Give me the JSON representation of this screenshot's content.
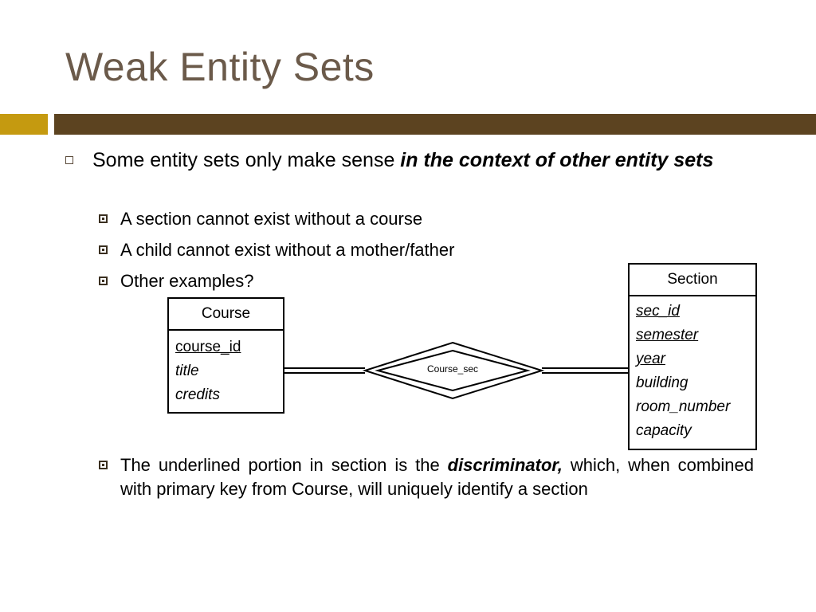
{
  "slide": {
    "title": "Weak Entity Sets",
    "bullet1": {
      "plain": "Some entity sets only make sense ",
      "emphasis": "in the context of other entity sets"
    },
    "sub_bullets": [
      "A section cannot exist without a course",
      "A child cannot exist without a mother/father",
      "Other examples?"
    ],
    "last_bullet": {
      "part1": "The underlined portion in section is the ",
      "emphasis": "discriminator,",
      "part2": " which, when combined with primary key from Course, will uniquely identify a section"
    }
  },
  "diagram": {
    "course": {
      "name": "Course",
      "attributes": [
        "course_id",
        "title",
        "credits"
      ]
    },
    "relationship": "Course_sec",
    "section": {
      "name": "Section",
      "attributes": [
        "sec_id",
        "semester",
        "year",
        "building",
        "room_number",
        "capacity"
      ]
    }
  },
  "colors": {
    "title": "#6b5a4a",
    "accent_gold": "#c59a10",
    "accent_brown": "#5c4320"
  }
}
